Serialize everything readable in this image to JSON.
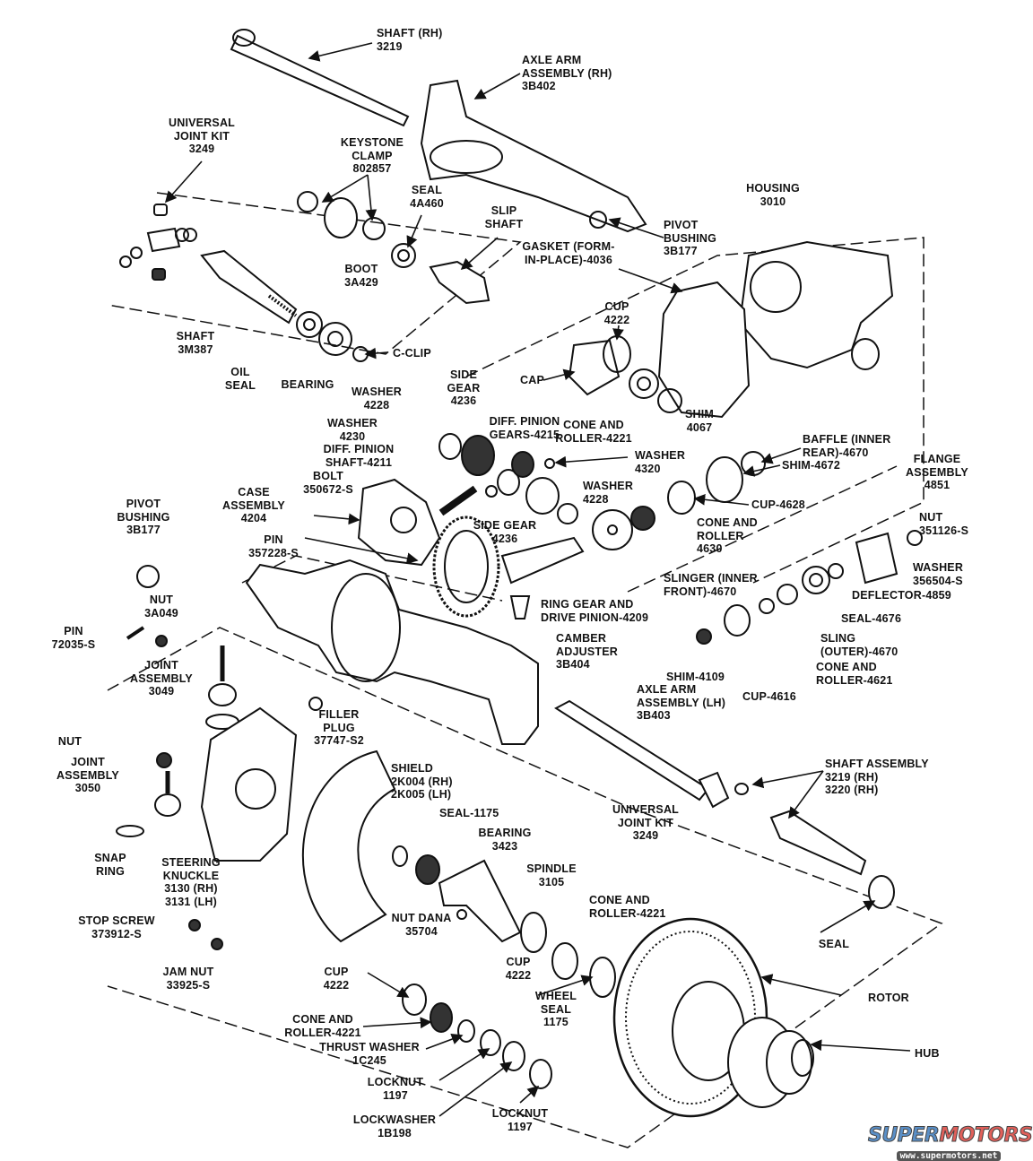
{
  "diagram": {
    "type": "exploded-parts-diagram",
    "line_color": "#111111",
    "background": "#ffffff"
  },
  "labels": [
    {
      "text": "SHAFT (RH)\n3219"
    },
    {
      "text": "AXLE ARM\nASSEMBLY (RH)\n3B402"
    },
    {
      "text": "UNIVERSAL\nJOINT KIT\n3249"
    },
    {
      "text": "KEYSTONE\nCLAMP\n802857"
    },
    {
      "text": "SEAL\n4A460"
    },
    {
      "text": "SLIP\nSHAFT"
    },
    {
      "text": "HOUSING\n3010"
    },
    {
      "text": "PIVOT\nBUSHING\n3B177"
    },
    {
      "text": "BOOT\n3A429"
    },
    {
      "text": "GASKET (FORM-\nIN-PLACE)-4036"
    },
    {
      "text": "CUP\n4222"
    },
    {
      "text": "SHAFT\n3M387"
    },
    {
      "text": "C-CLIP"
    },
    {
      "text": "CAP"
    },
    {
      "text": "OIL\nSEAL"
    },
    {
      "text": "BEARING"
    },
    {
      "text": "SIDE\nGEAR\n4236"
    },
    {
      "text": "WASHER\n4228"
    },
    {
      "text": "CONE AND\nROLLER-4221"
    },
    {
      "text": "SHIM\n4067"
    },
    {
      "text": "WASHER\n4230"
    },
    {
      "text": "DIFF. PINION\nGEARS-4215"
    },
    {
      "text": "DIFF. PINION\nSHAFT-4211"
    },
    {
      "text": "BOLT\n350672-S"
    },
    {
      "text": "WASHER\n4320"
    },
    {
      "text": "BAFFLE (INNER\nREAR)-4670"
    },
    {
      "text": "FLANGE\nASSEMBLY\n4851"
    },
    {
      "text": "SHIM-4672"
    },
    {
      "text": "CASE\nASSEMBLY\n4204"
    },
    {
      "text": "WASHER\n4228"
    },
    {
      "text": "CUP-4628"
    },
    {
      "text": "SIDE GEAR\n4236"
    },
    {
      "text": "CONE AND\nROLLER\n4630"
    },
    {
      "text": "NUT\n351126-S"
    },
    {
      "text": "PIVOT\nBUSHING\n3B177"
    },
    {
      "text": "PIN\n357228-S"
    },
    {
      "text": "SLINGER (INNER\nFRONT)-4670"
    },
    {
      "text": "WASHER\n356504-S"
    },
    {
      "text": "DEFLECTOR-4859"
    },
    {
      "text": "RING GEAR AND\nDRIVE PINION-4209"
    },
    {
      "text": "NUT\n3A049"
    },
    {
      "text": "SEAL-4676"
    },
    {
      "text": "PIN\n72035-S"
    },
    {
      "text": "CAMBER\nADJUSTER\n3B404"
    },
    {
      "text": "SLING\n(OUTER)-4670"
    },
    {
      "text": "JOINT\nASSEMBLY\n3049"
    },
    {
      "text": "SHIM-4109"
    },
    {
      "text": "CONE AND\nROLLER-4621"
    },
    {
      "text": "CUP-4616"
    },
    {
      "text": "AXLE ARM\nASSEMBLY (LH)\n3B403"
    },
    {
      "text": "FILLER\nPLUG\n37747-S2"
    },
    {
      "text": "NUT"
    },
    {
      "text": "JOINT\nASSEMBLY\n3050"
    },
    {
      "text": "SHIELD\n2K004 (RH)\n2K005 (LH)"
    },
    {
      "text": "SHAFT ASSEMBLY\n3219 (RH)\n3220 (RH)"
    },
    {
      "text": "SEAL-1175"
    },
    {
      "text": "UNIVERSAL\nJOINT KIT\n3249"
    },
    {
      "text": "SNAP\nRING"
    },
    {
      "text": "BEARING\n3423"
    },
    {
      "text": "STEERING\nKNUCKLE\n3130 (RH)\n3131 (LH)"
    },
    {
      "text": "SPINDLE\n3105"
    },
    {
      "text": "CONE AND\nROLLER-4221"
    },
    {
      "text": "NUT DANA\n35704"
    },
    {
      "text": "STOP SCREW\n373912-S"
    },
    {
      "text": "SEAL"
    },
    {
      "text": "JAM NUT\n33925-S"
    },
    {
      "text": "CUP\n4222"
    },
    {
      "text": "CUP\n4222"
    },
    {
      "text": "WHEEL\nSEAL\n1175"
    },
    {
      "text": "ROTOR"
    },
    {
      "text": "CONE AND\nROLLER-4221"
    },
    {
      "text": "THRUST WASHER\n1C245"
    },
    {
      "text": "HUB"
    },
    {
      "text": "LOCKNUT\n1197"
    },
    {
      "text": "LOCKWASHER\n1B198"
    },
    {
      "text": "LOCKNUT\n1197"
    }
  ],
  "watermark": {
    "brand_part1": "SUPER",
    "brand_part2": "MOTORS",
    "url": "www.supermotors.net",
    "colors": {
      "blue": "#5a8fc7",
      "red": "#e0605a",
      "url_bg": "#555555"
    }
  }
}
